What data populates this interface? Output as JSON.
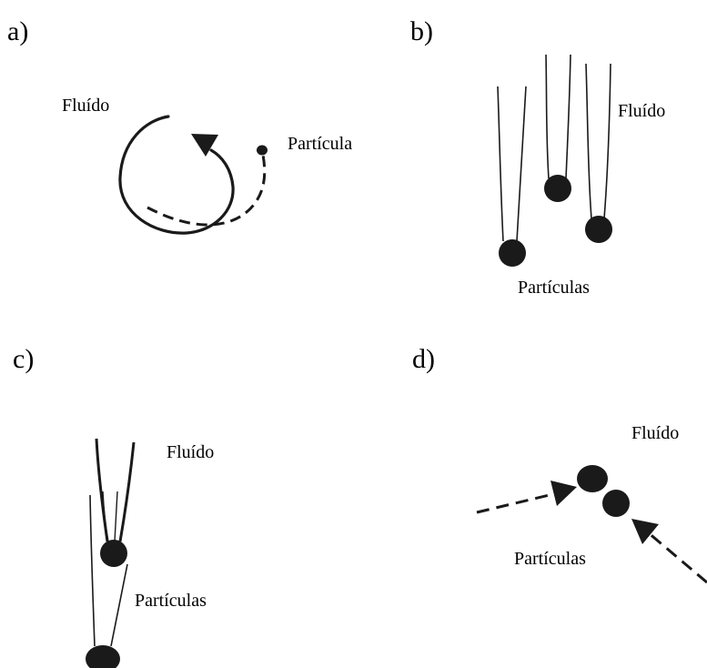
{
  "panels": {
    "a": {
      "label": "a)",
      "fluid_label": "Fluído",
      "particle_label": "Partícula"
    },
    "b": {
      "label": "b)",
      "fluid_label": "Fluído",
      "particle_label": "Partículas"
    },
    "c": {
      "label": "c)",
      "fluid_label": "Fluído",
      "particle_label": "Partículas"
    },
    "d": {
      "label": "d)",
      "fluid_label": "Fluído",
      "particle_label": "Partículas"
    }
  },
  "colors": {
    "ink": "#1a1a1a",
    "background": "#ffffff"
  }
}
